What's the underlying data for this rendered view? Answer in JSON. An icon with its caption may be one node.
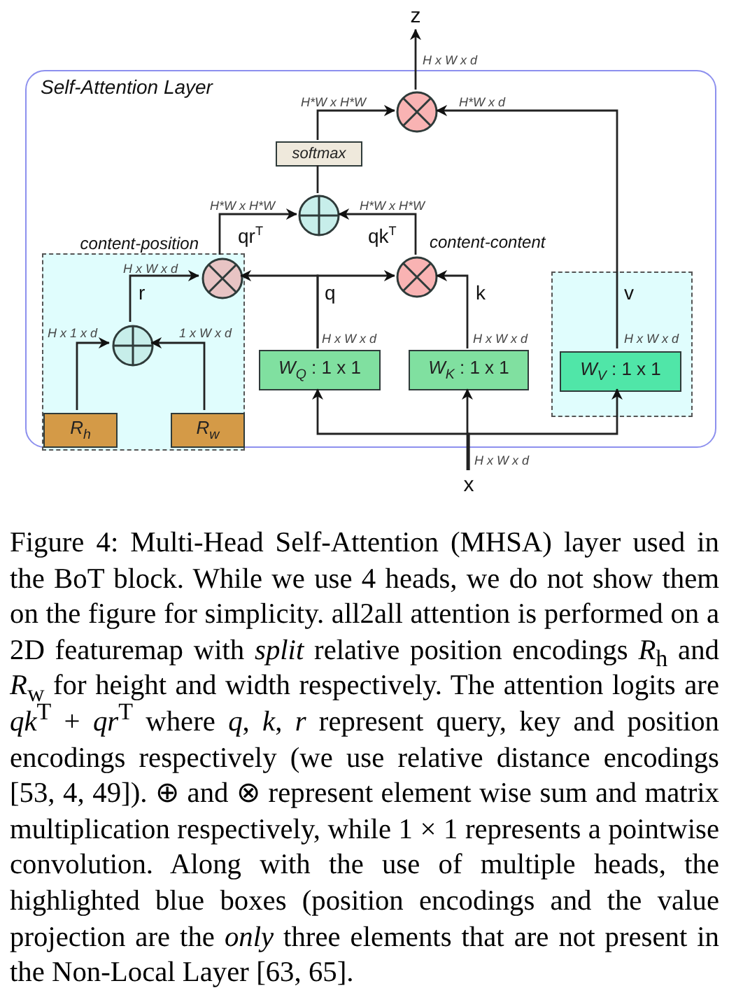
{
  "diagram": {
    "caption": "Figure 4: Multi-Head Self-Attention (MHSA) layer used in the BoT block. While we use 4 heads, we do not show them on the figure for simplicity. all2all attention is performed on a 2D featuremap with *split* relative position encodings *R*$_{h}$ and *R*$_{w}$ for height and width respectively. The attention logits are *qk*$^{T}$ + *qr*$^{T}$ where *q*, *k*, *r* represent query, key and position encodings respectively (we use relative distance encodings [53, 4, 49]). ⊕ and ⊗ represent element wise sum and matrix multiplication respectively, while 1 × 1 represents a pointwise convolution. Along with the use of multiple heads, the highlighted blue boxes (position encodings and the value projection are the *only* three elements that are not present in the Non-Local Layer [63, 65].",
    "nodes": [
      {
        "text": [
          "Self-Attention Layer"
        ]
      },
      {
        "text": [],
        "shape": "box",
        "in": 0
      },
      {
        "text": [],
        "shape": "box",
        "in": 0
      },
      {
        "text": [
          "softmax"
        ],
        "in": 0
      },
      {
        "text": [],
        "shape": "circle",
        "in": 0
      },
      {
        "text": [],
        "shape": "circle",
        "in": 0
      },
      {
        "text": [],
        "shape": "circle",
        "in": 1,
        "beside": [
          "content-position"
        ]
      },
      {
        "text": [],
        "shape": "circle",
        "in": 0,
        "beside": [
          "content-content"
        ]
      },
      {
        "text": [],
        "shape": "circle",
        "in": 1
      },
      {
        "text": [
          "*W*$_{Q}$ : 1 x 1"
        ],
        "in": 0
      },
      {
        "text": [
          "*W*$_{K}$ : 1 x 1"
        ],
        "in": 0
      },
      {
        "text": [
          "*W*$_{V}$ : 1 x 1"
        ],
        "in": 2
      },
      {
        "text": [
          "R$_{h}$"
        ],
        "in": 1
      },
      {
        "text": [
          "R$_{w}$"
        ],
        "in": 1
      },
      {
        "text": [
          "z"
        ]
      },
      {
        "text": [
          "x"
        ]
      }
    ],
    "edges": [
      {
        "from": 4,
        "to": 14,
        "arrow": "to",
        "label": "H x W x d"
      },
      {
        "from": 3,
        "to": 4,
        "arrow": "to",
        "label": "H*W x H*W"
      },
      {
        "from": 11,
        "to": 4,
        "arrow": "to",
        "label": "v"
      },
      {
        "from": 5,
        "to": 3,
        "arrow": "none"
      },
      {
        "from": 6,
        "to": 5,
        "arrow": "to",
        "label": "qr$^{T}$"
      },
      {
        "from": 7,
        "to": 5,
        "arrow": "to",
        "label": "qk$^{T}$"
      },
      {
        "from": 9,
        "to": 6,
        "arrow": "to",
        "label": "q"
      },
      {
        "from": 9,
        "to": 7,
        "arrow": "to"
      },
      {
        "from": 10,
        "to": 7,
        "arrow": "to",
        "label": "k"
      },
      {
        "from": 8,
        "to": 6,
        "arrow": "to",
        "label": "r"
      },
      {
        "from": 12,
        "to": 8,
        "arrow": "to"
      },
      {
        "from": 13,
        "to": 8,
        "arrow": "to"
      },
      {
        "from": 15,
        "to": 10,
        "arrow": "to"
      },
      {
        "from": 15,
        "to": 9,
        "arrow": "to"
      },
      {
        "from": 15,
        "to": 11,
        "arrow": "to"
      }
    ],
    "labels": [
      "H*W x d",
      "H*W x H*W",
      "H*W x H*W",
      "H x W x d",
      "H x 1 x d",
      "1 x W x d",
      "H x W x d",
      "H x W x d",
      "H x W x d",
      "H x W x d"
    ]
  }
}
